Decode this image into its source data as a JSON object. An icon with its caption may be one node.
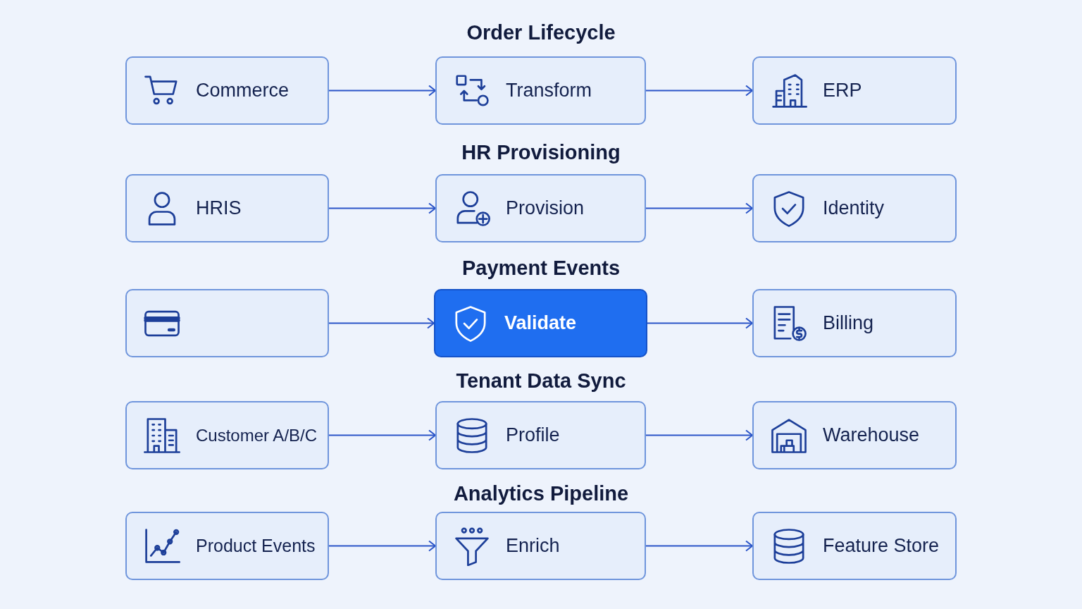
{
  "diagram": {
    "nodes": [
      {
        "text": [
          "Commerce"
        ]
      },
      {
        "text": [
          "Transform"
        ]
      },
      {
        "text": [
          "ERP"
        ]
      },
      {
        "text": [
          "HRIS"
        ]
      },
      {
        "text": [
          "Provision"
        ]
      },
      {
        "text": [
          "Identity"
        ]
      },
      {
        "text": [],
        "shape": "box"
      },
      {
        "text": [
          "Validate"
        ]
      },
      {
        "text": [
          "Billing"
        ]
      },
      {
        "text": [
          "Customer A/B/C"
        ]
      },
      {
        "text": [
          "Profile"
        ]
      },
      {
        "text": [
          "Warehouse"
        ]
      },
      {
        "text": [
          "Product Events"
        ]
      },
      {
        "text": [
          "Enrich"
        ]
      },
      {
        "text": [
          "Feature Store"
        ]
      }
    ],
    "edges": [
      {
        "from": 0,
        "to": 1,
        "arrow": "to"
      },
      {
        "from": 1,
        "to": 2,
        "arrow": "to"
      },
      {
        "from": 3,
        "to": 4,
        "arrow": "to"
      },
      {
        "from": 4,
        "to": 5,
        "arrow": "to"
      },
      {
        "from": 6,
        "to": 7,
        "arrow": "to"
      },
      {
        "from": 7,
        "to": 8,
        "arrow": "to"
      },
      {
        "from": 9,
        "to": 10,
        "arrow": "to"
      },
      {
        "from": 10,
        "to": 11,
        "arrow": "to"
      },
      {
        "from": 12,
        "to": 13,
        "arrow": "to"
      },
      {
        "from": 13,
        "to": 14,
        "arrow": "to"
      }
    ],
    "labels": [
      "Order Lifecycle",
      "HR Provisioning",
      "Payment Events",
      "Tenant Data Sync",
      "Analytics Pipeline"
    ]
  }
}
